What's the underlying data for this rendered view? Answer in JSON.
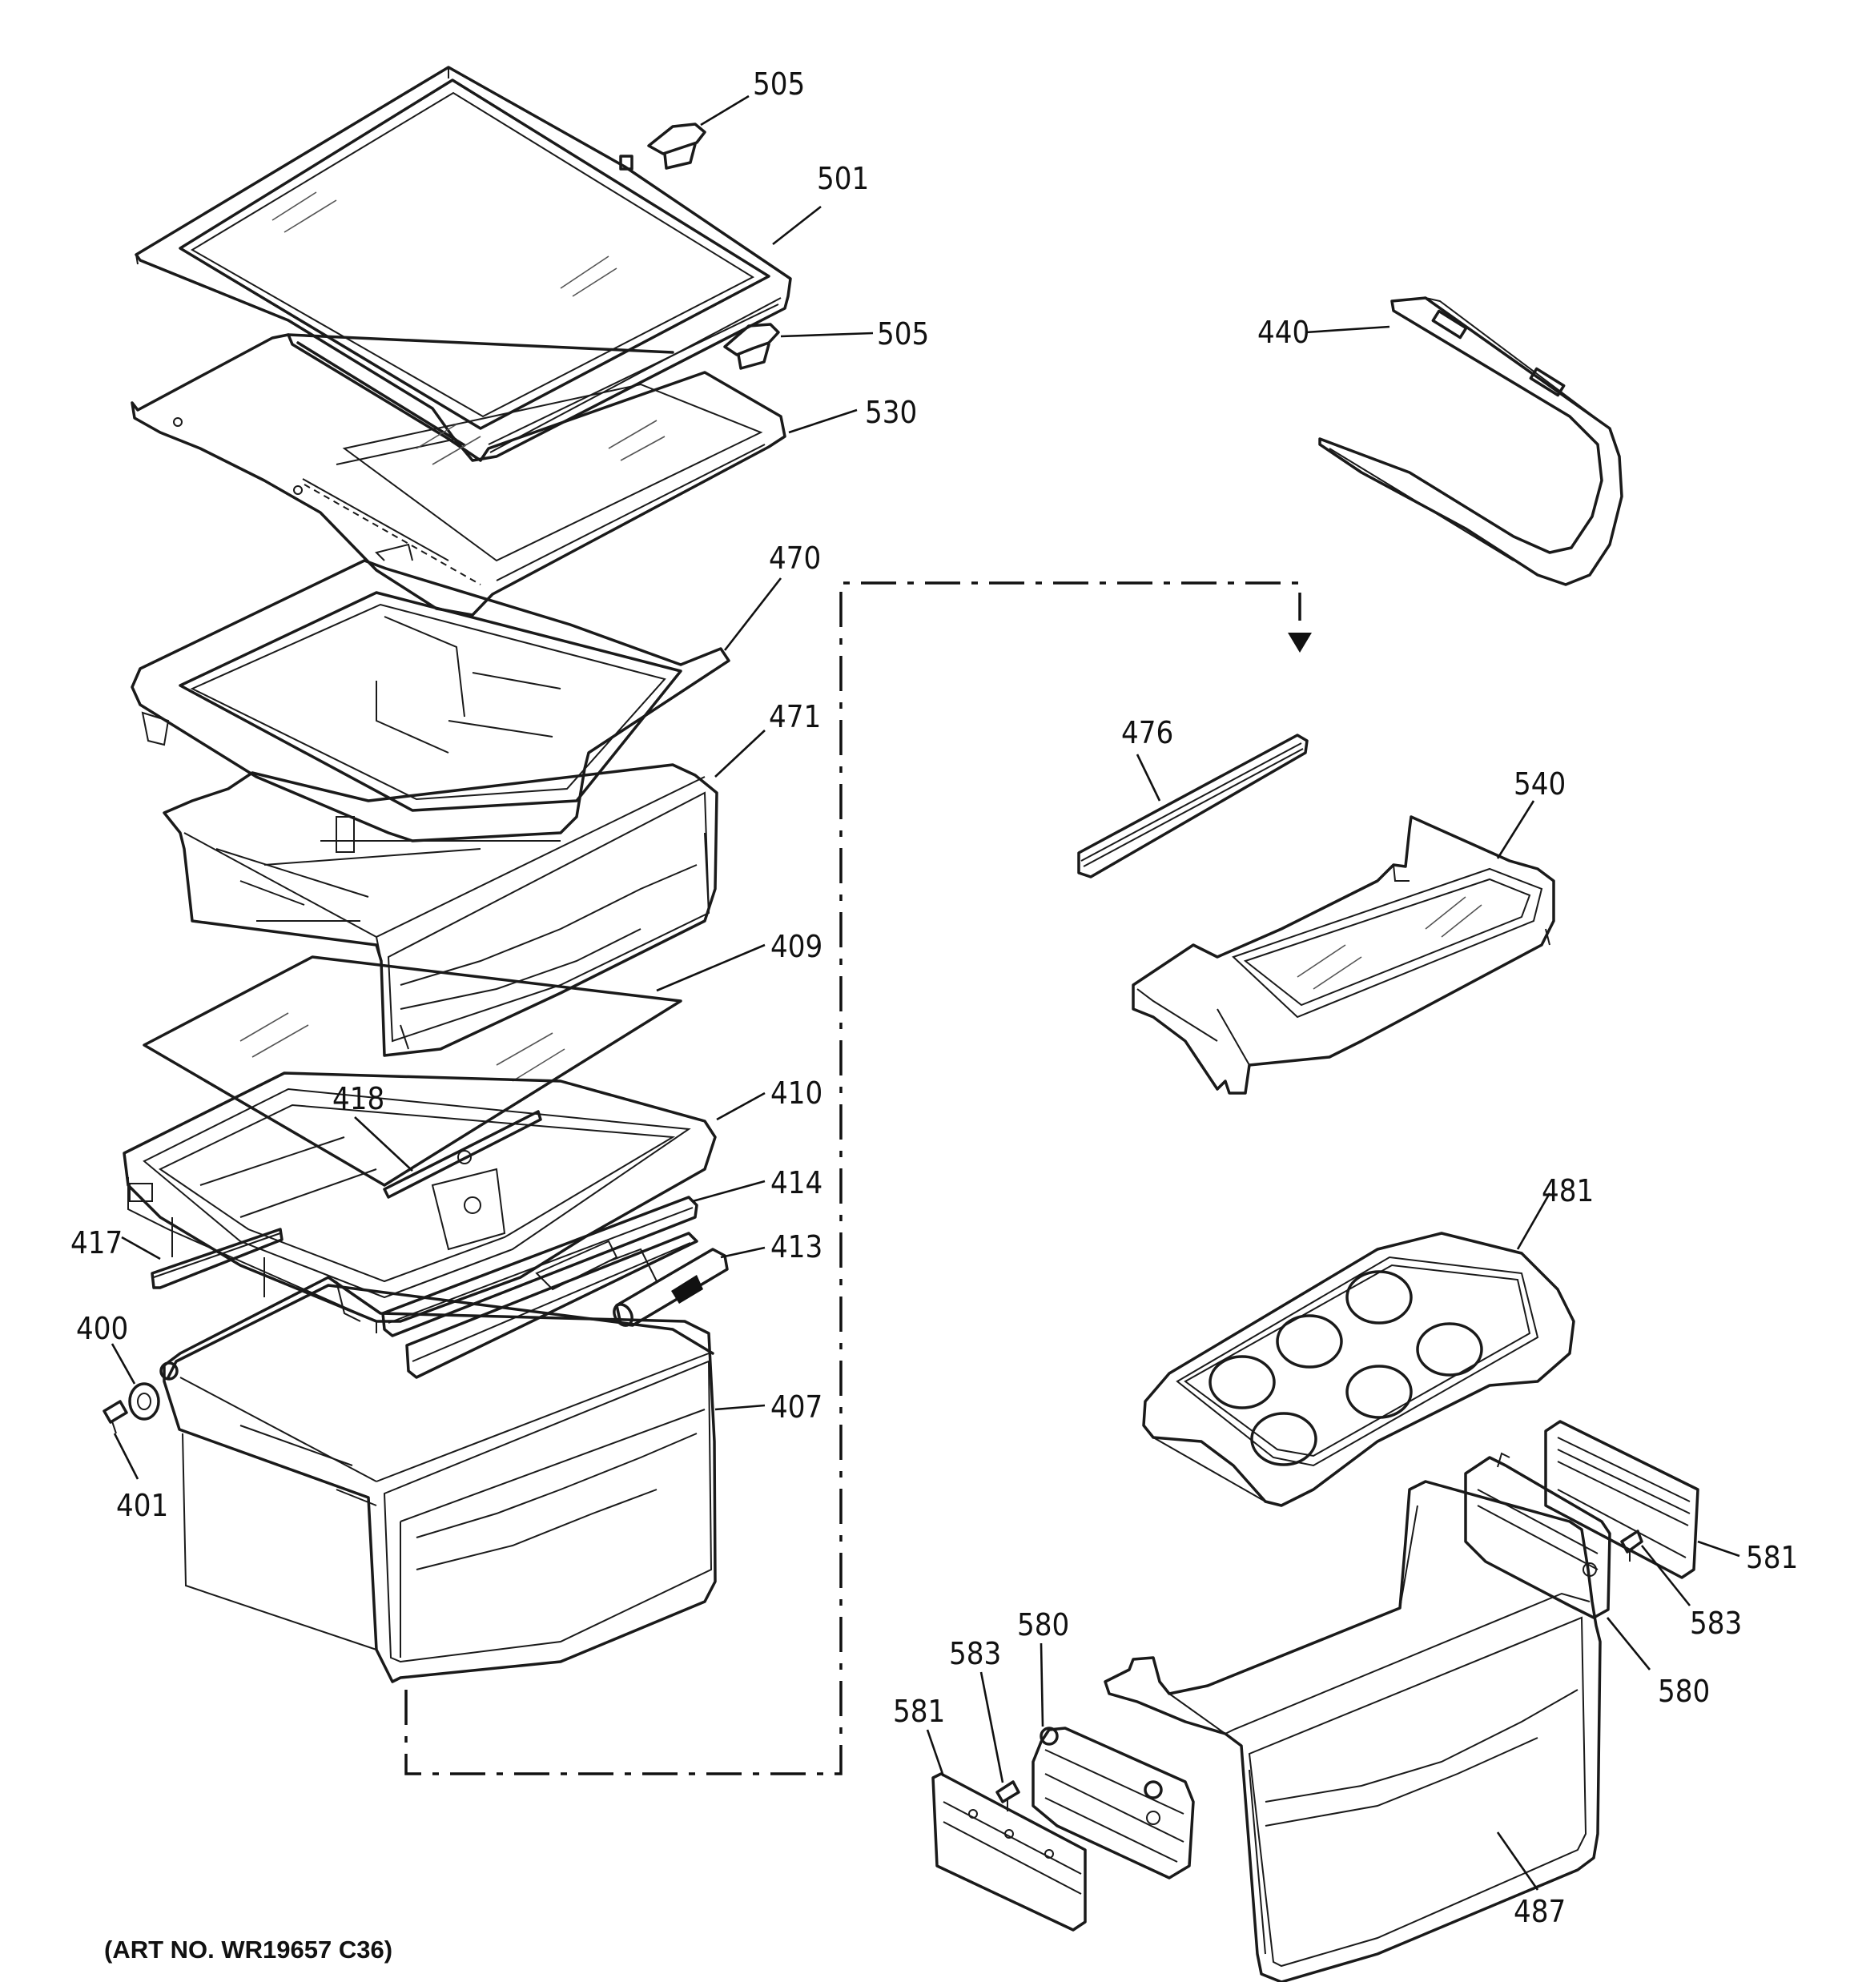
{
  "figure": {
    "art_number": "(ART NO. WR19657 C36)",
    "callouts": [
      {
        "id": "c505a",
        "label": "505"
      },
      {
        "id": "c501",
        "label": "501"
      },
      {
        "id": "c505b",
        "label": "505"
      },
      {
        "id": "c530",
        "label": "530"
      },
      {
        "id": "c440",
        "label": "440"
      },
      {
        "id": "c470",
        "label": "470"
      },
      {
        "id": "c471",
        "label": "471"
      },
      {
        "id": "c476",
        "label": "476"
      },
      {
        "id": "c540",
        "label": "540"
      },
      {
        "id": "c409",
        "label": "409"
      },
      {
        "id": "c418",
        "label": "418"
      },
      {
        "id": "c410",
        "label": "410"
      },
      {
        "id": "c414",
        "label": "414"
      },
      {
        "id": "c417",
        "label": "417"
      },
      {
        "id": "c413",
        "label": "413"
      },
      {
        "id": "c481",
        "label": "481"
      },
      {
        "id": "c400",
        "label": "400"
      },
      {
        "id": "c407",
        "label": "407"
      },
      {
        "id": "c401",
        "label": "401"
      },
      {
        "id": "c581a",
        "label": "581"
      },
      {
        "id": "c583a",
        "label": "583"
      },
      {
        "id": "c580a",
        "label": "580"
      },
      {
        "id": "c580b",
        "label": "580"
      },
      {
        "id": "c583b",
        "label": "583"
      },
      {
        "id": "c581b",
        "label": "581"
      },
      {
        "id": "c487",
        "label": "487"
      }
    ]
  }
}
